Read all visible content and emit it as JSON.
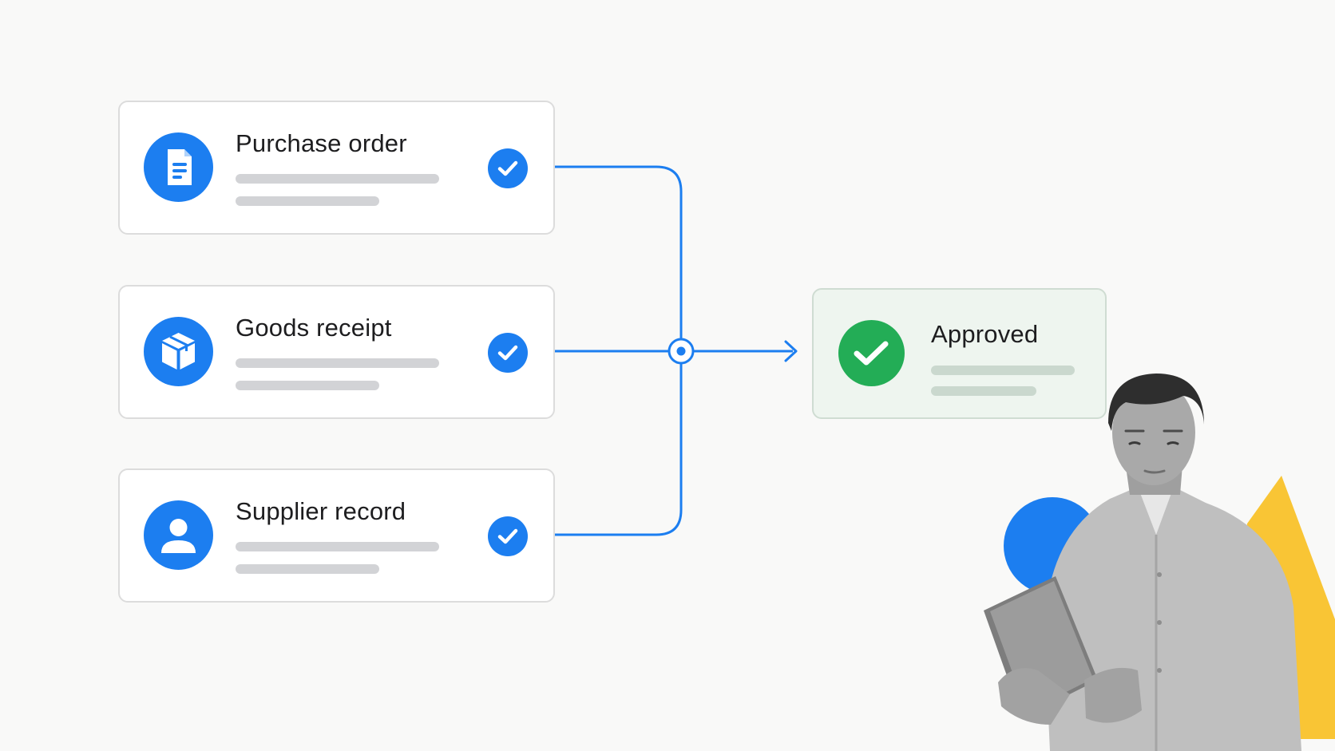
{
  "colors": {
    "accent_blue": "#1c7ef0",
    "success_green": "#23ad56",
    "approved_card_bg": "#eef5ef",
    "deco_yellow": "#f9c535"
  },
  "sources": [
    {
      "title": "Purchase order",
      "icon": "document-icon",
      "status_icon": "check-icon"
    },
    {
      "title": "Goods receipt",
      "icon": "package-icon",
      "status_icon": "check-icon"
    },
    {
      "title": "Supplier record",
      "icon": "user-icon",
      "status_icon": "check-icon"
    }
  ],
  "result": {
    "title": "Approved",
    "icon": "check-icon"
  },
  "illustration": {
    "subject": "person-with-tablet"
  }
}
